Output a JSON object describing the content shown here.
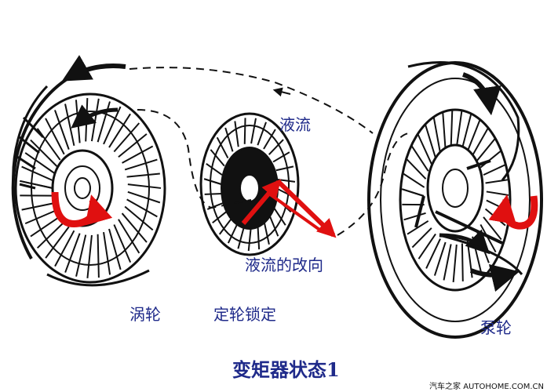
{
  "labels": {
    "fluid": "液流",
    "fluid_redirect": "液流的改向",
    "turbine": "涡轮",
    "stator_locked": "定轮锁定",
    "pump": "泵轮",
    "title": "变矩器状态1"
  },
  "watermark": "汽车之家 AUTOHOME.COM.CN",
  "colors": {
    "label_text": "#1f2a8a",
    "rotation_arrow": "#e01010",
    "flow_arrow": "#111111",
    "background": "#ffffff"
  },
  "icons": {
    "turbine": "turbine-wheel-icon",
    "stator": "stator-wheel-icon",
    "pump": "pump-wheel-icon",
    "rotation": "curved-rotation-arrow-icon",
    "redirect": "redirect-arrow-icon"
  }
}
